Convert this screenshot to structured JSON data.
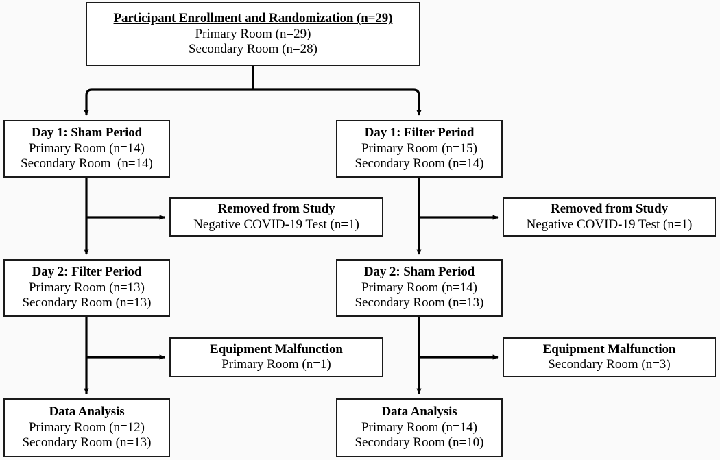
{
  "diagram": {
    "type": "consort-flow-diagram",
    "background_color": "#fafafa",
    "box_border_color": "#1a1a1a",
    "box_fill_color": "#ffffff",
    "connector_color": "#000000",
    "nodes": {
      "enrollment": {
        "title": "Participant Enrollment and Randomization (n=29)",
        "line1": "Primary Room (n=29)",
        "line2": "Secondary Room (n=28)"
      },
      "day1_left": {
        "title": "Day 1: Sham Period",
        "line1": "Primary Room (n=14)",
        "line2": "Secondary Room  (n=14)"
      },
      "day1_right": {
        "title": "Day 1: Filter Period",
        "line1": "Primary Room (n=15)",
        "line2": "Secondary Room (n=14)"
      },
      "removed_left": {
        "title": "Removed from Study",
        "line1": "Negative COVID-19 Test (n=1)"
      },
      "removed_right": {
        "title": "Removed from Study",
        "line1": "Negative COVID-19 Test (n=1)"
      },
      "day2_left": {
        "title": "Day 2: Filter Period",
        "line1": "Primary Room (n=13)",
        "line2": "Secondary Room (n=13)"
      },
      "day2_right": {
        "title": "Day 2: Sham Period",
        "line1": "Primary Room (n=14)",
        "line2": "Secondary Room (n=13)"
      },
      "equipment_left": {
        "title": "Equipment Malfunction",
        "line1": "Primary Room (n=1)"
      },
      "equipment_right": {
        "title": "Equipment Malfunction",
        "line1": "Secondary Room (n=3)"
      },
      "analysis_left": {
        "title": "Data Analysis",
        "line1": "Primary Room (n=12)",
        "line2": "Secondary Room (n=13)"
      },
      "analysis_right": {
        "title": "Data Analysis",
        "line1": "Primary Room (n=14)",
        "line2": "Secondary Room (n=10)"
      }
    }
  }
}
